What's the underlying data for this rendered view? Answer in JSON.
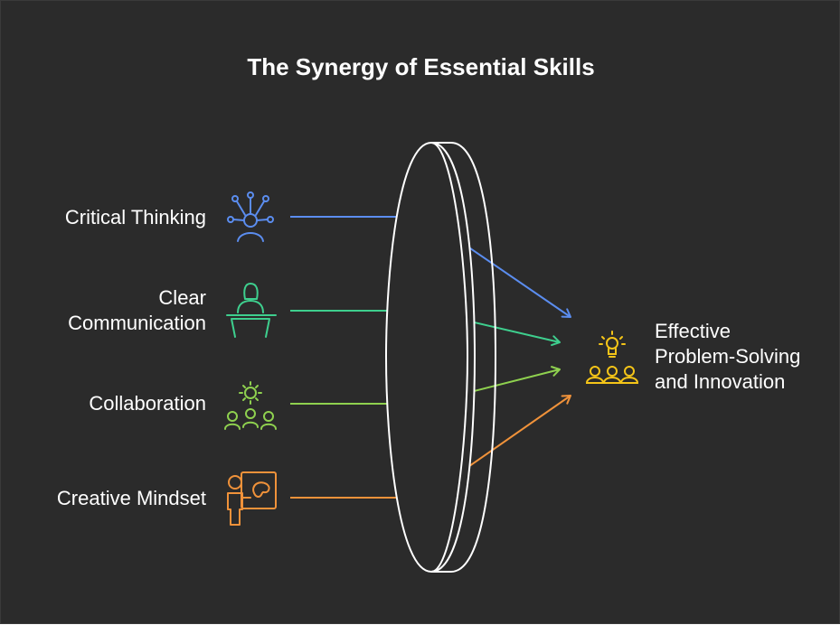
{
  "title": "The Synergy of Essential Skills",
  "inputs": [
    {
      "label_lines": [
        "Critical Thinking"
      ],
      "icon": "person-network-icon",
      "color": "#5b8def"
    },
    {
      "label_lines": [
        "Clear",
        "Communication"
      ],
      "icon": "speaker-podium-icon",
      "color": "#3ecf8e"
    },
    {
      "label_lines": [
        "Collaboration"
      ],
      "icon": "team-gear-icon",
      "color": "#8fd14f"
    },
    {
      "label_lines": [
        "Creative Mindset"
      ],
      "icon": "artist-palette-icon",
      "color": "#f0923a"
    }
  ],
  "output": {
    "label_lines": [
      "Effective",
      "Problem-Solving",
      "and Innovation"
    ],
    "icon": "team-idea-bulb-icon",
    "color": "#f5c518"
  },
  "lens_color": "#ffffff"
}
